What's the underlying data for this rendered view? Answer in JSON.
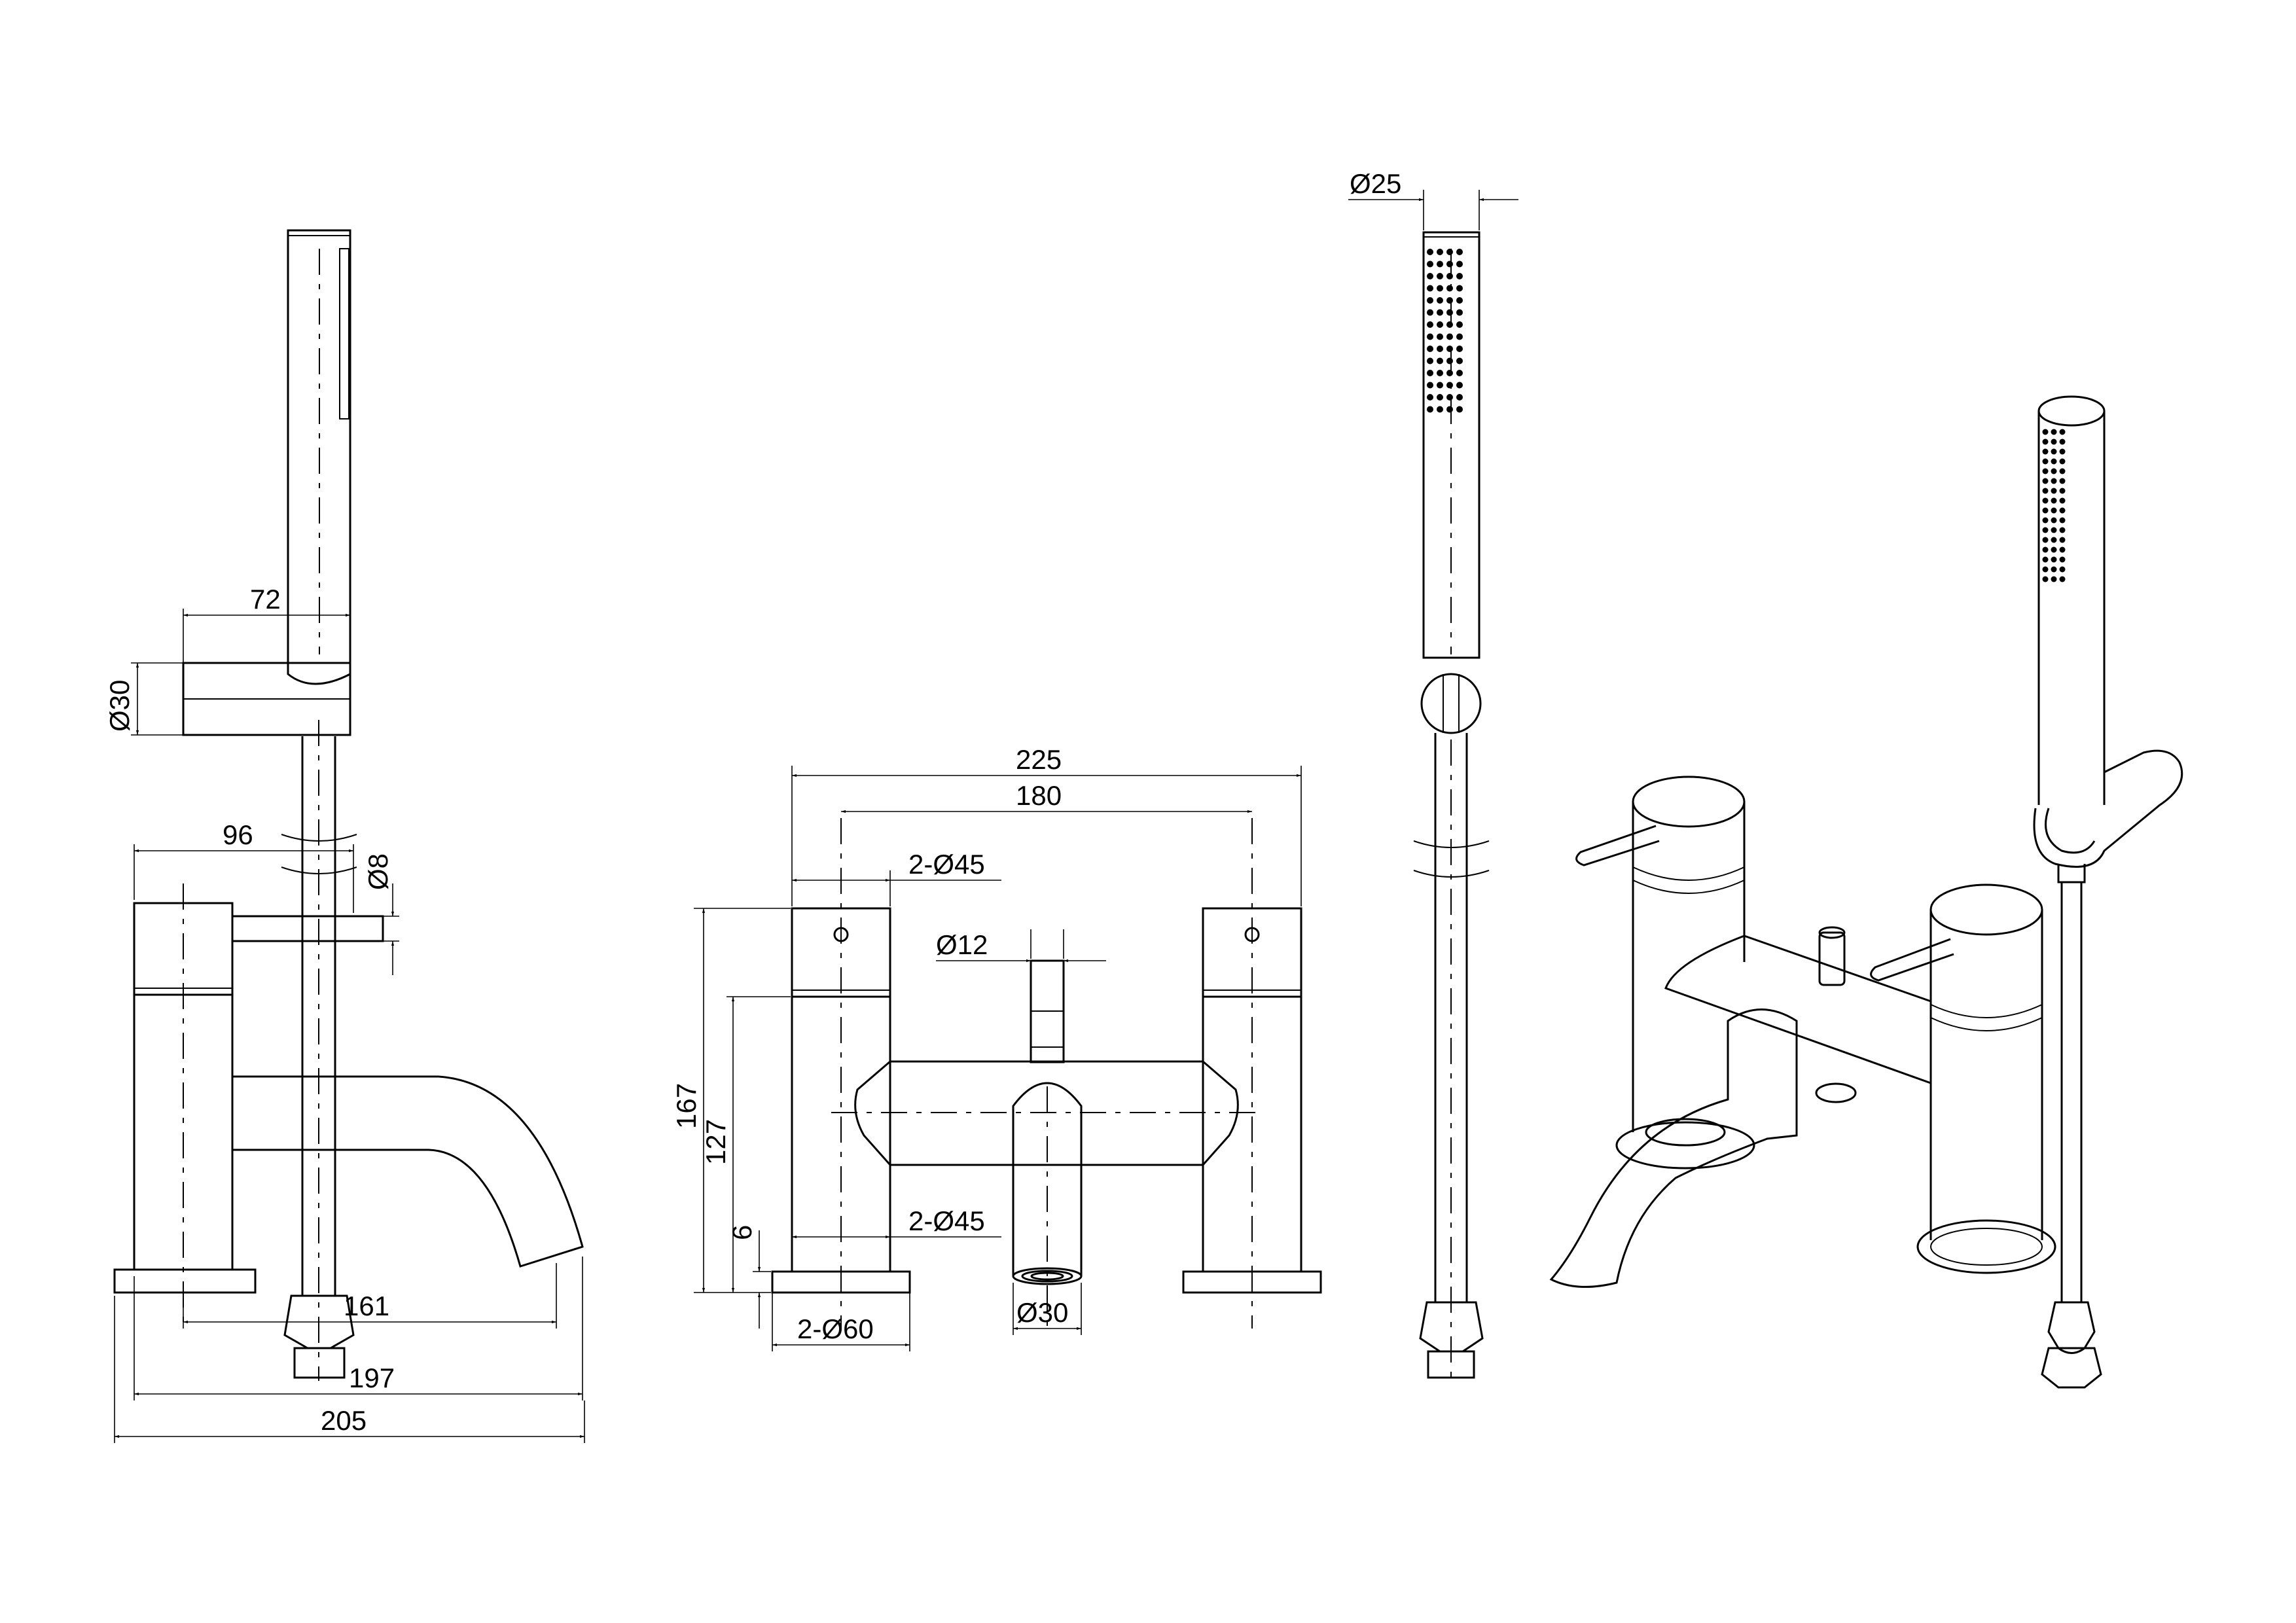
{
  "dimensions": {
    "side_72": "72",
    "side_d30": "Ø30",
    "side_96": "96",
    "side_d8": "Ø8",
    "side_161": "161",
    "side_197": "197",
    "side_205": "205",
    "front_225": "225",
    "front_180": "180",
    "front_2d45_top": "2-Ø45",
    "front_d12": "Ø12",
    "front_167": "167",
    "front_127": "127",
    "front_6": "6",
    "front_2d45_bottom": "2-Ø45",
    "front_2d60": "2-Ø60",
    "front_d30": "Ø30",
    "handset_d25": "Ø25"
  }
}
